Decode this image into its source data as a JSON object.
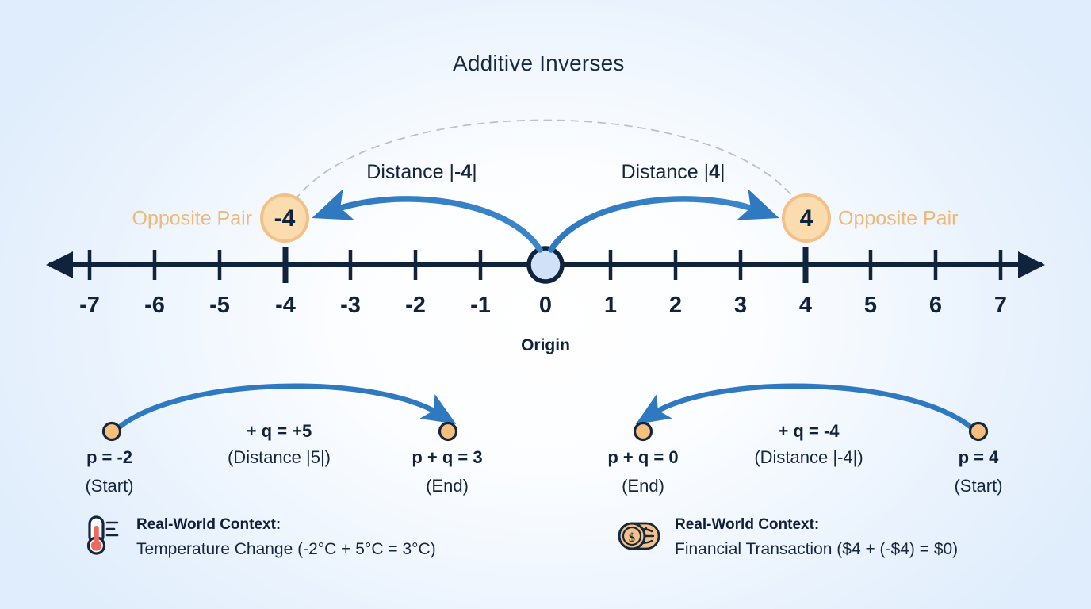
{
  "title": "Additive Inverses",
  "colors": {
    "accent_blue": "#2f79c0",
    "orange_fill": "#fbdcae",
    "orange_stroke": "#f0b878",
    "dot_orange": "#f7bf7c",
    "line_dark": "#10233c",
    "origin_fill": "#cfe2f7",
    "dashed_gray": "#b9c2cc",
    "bg_light": "#dfedfc"
  },
  "number_line": {
    "ticks": [
      {
        "value": "-7",
        "major": false
      },
      {
        "value": "-6",
        "major": false
      },
      {
        "value": "-5",
        "major": false
      },
      {
        "value": "-4",
        "major": true
      },
      {
        "value": "-3",
        "major": false
      },
      {
        "value": "-2",
        "major": false
      },
      {
        "value": "-1",
        "major": false
      },
      {
        "value": "0",
        "major": true
      },
      {
        "value": "1",
        "major": false
      },
      {
        "value": "2",
        "major": false
      },
      {
        "value": "3",
        "major": false
      },
      {
        "value": "4",
        "major": true
      },
      {
        "value": "5",
        "major": false
      },
      {
        "value": "6",
        "major": false
      },
      {
        "value": "7",
        "major": false
      }
    ],
    "origin_label": "Origin",
    "origin_value": "0"
  },
  "markers": {
    "negative": {
      "value": "-4",
      "pair_label": "Opposite Pair",
      "distance_label_prefix": "Distance |",
      "distance_label_value": "-4",
      "distance_label_suffix": "|"
    },
    "positive": {
      "value": "4",
      "pair_label": "Opposite Pair",
      "distance_label_prefix": "Distance |",
      "distance_label_value": "4",
      "distance_label_suffix": "|"
    }
  },
  "examples": [
    {
      "start_main": "p = -2",
      "start_sub": "(Start)",
      "middle_main": "+ q = +5",
      "middle_sub": "(Distance |5|)",
      "end_main": "p + q = 3",
      "end_sub": "(End)",
      "context_head": "Real-World Context:",
      "context_body": "Temperature Change (-2°C + 5°C = 3°C)",
      "context_icon": "thermometer-icon"
    },
    {
      "start_main": "p = 4",
      "start_sub": "(Start)",
      "middle_main": "+ q = -4",
      "middle_sub": "(Distance |-4|)",
      "end_main": "p + q = 0",
      "end_sub": "(End)",
      "context_head": "Real-World Context:",
      "context_body": "Financial Transaction ($4 + (-$4) = $0)",
      "context_icon": "coins-icon"
    }
  ],
  "chart_data": {
    "type": "line",
    "title": "Additive Inverses",
    "xlabel": "",
    "ylabel": "",
    "xlim": [
      -7,
      7
    ],
    "categories": [
      "-7",
      "-6",
      "-5",
      "-4",
      "-3",
      "-2",
      "-1",
      "0",
      "1",
      "2",
      "3",
      "4",
      "5",
      "6",
      "7"
    ],
    "values": [
      0,
      0,
      0,
      0,
      0,
      0,
      0,
      0,
      0,
      0,
      0,
      0,
      0,
      0,
      0
    ],
    "annotations": [
      {
        "label": "-4",
        "x": -4,
        "note": "Opposite Pair, Distance |-4|"
      },
      {
        "label": "0",
        "x": 0,
        "note": "Origin"
      },
      {
        "label": "4",
        "x": 4,
        "note": "Opposite Pair, Distance |4|"
      }
    ],
    "legend_position": "none",
    "grid": false
  }
}
